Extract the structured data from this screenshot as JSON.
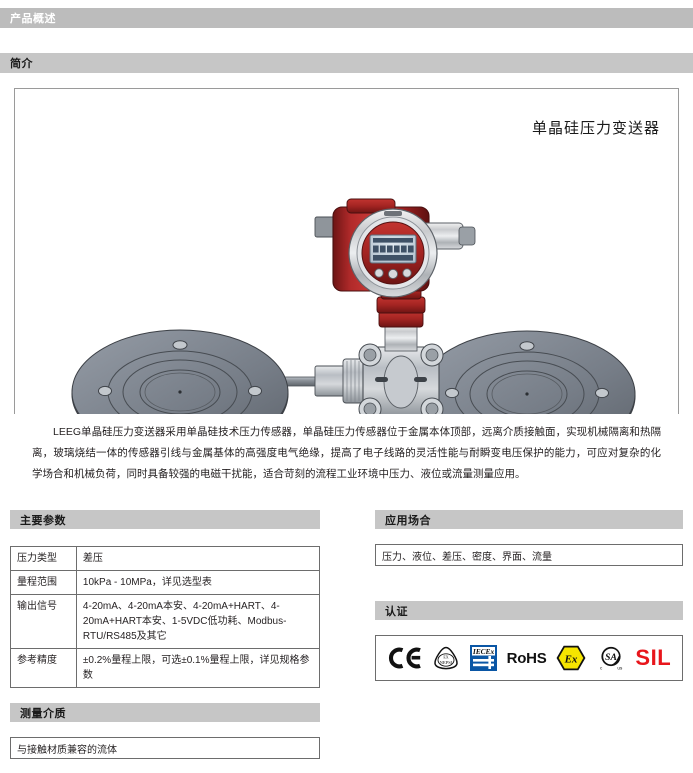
{
  "headers": {
    "product_overview": "产品概述",
    "intro": "简介",
    "main_params": "主要参数",
    "applications": "应用场合",
    "certifications": "认证",
    "medium": "测量介质"
  },
  "figure": {
    "product_title": "单晶硅压力变送器",
    "illustration_name": "differential-pressure-transmitter-with-remote-diaphragm-seals"
  },
  "intro_paragraph": "LEEG单晶硅压力变送器采用单晶硅技术压力传感器，单晶硅压力传感器位于金属本体顶部，远离介质接触面，实现机械隔离和热隔离，玻璃烧结一体的传感器引线与金属基体的高强度电气绝缘，提高了电子线路的灵活性能与耐瞬变电压保护的能力，可应对复杂的化学场合和机械负荷，同时具备较强的电磁干扰能，适合苛刻的流程工业环境中压力、液位或流量测量应用。",
  "spec_table": {
    "rows": [
      {
        "key": "压力类型",
        "value": "差压"
      },
      {
        "key": "量程范围",
        "value": "10kPa - 10MPa，详见选型表"
      },
      {
        "key": "输出信号",
        "value": "4-20mA、4-20mA本安、4-20mA+HART、4-20mA+HART本安、1-5VDC低功耗、Modbus-RTU/RS485及其它"
      },
      {
        "key": "参考精度",
        "value": "±0.2%量程上限，可选±0.1%量程上限，详见规格参数"
      }
    ]
  },
  "applications_value": "压力、液位、差压、密度、界面、流量",
  "medium_value": "与接触材质兼容的流体",
  "certifications": [
    {
      "name": "ce-mark",
      "label": "CE"
    },
    {
      "name": "nepsi-mark",
      "label": "NEPSI"
    },
    {
      "name": "iecex-mark",
      "label": "IECEx"
    },
    {
      "name": "rohs-mark",
      "label": "RoHS"
    },
    {
      "name": "atex-ex-mark",
      "label": "Ex"
    },
    {
      "name": "csa-mark",
      "label": "CSA"
    },
    {
      "name": "sil-mark",
      "label": "SIL"
    }
  ],
  "colors": {
    "bar_dark": "#bcbcbc",
    "bar_light": "#c6c6c6",
    "sil_red": "#e8161c",
    "atex_yellow": "#f6e500",
    "iecex_blue": "#0a56a5",
    "housing_red": "#9e2222"
  }
}
